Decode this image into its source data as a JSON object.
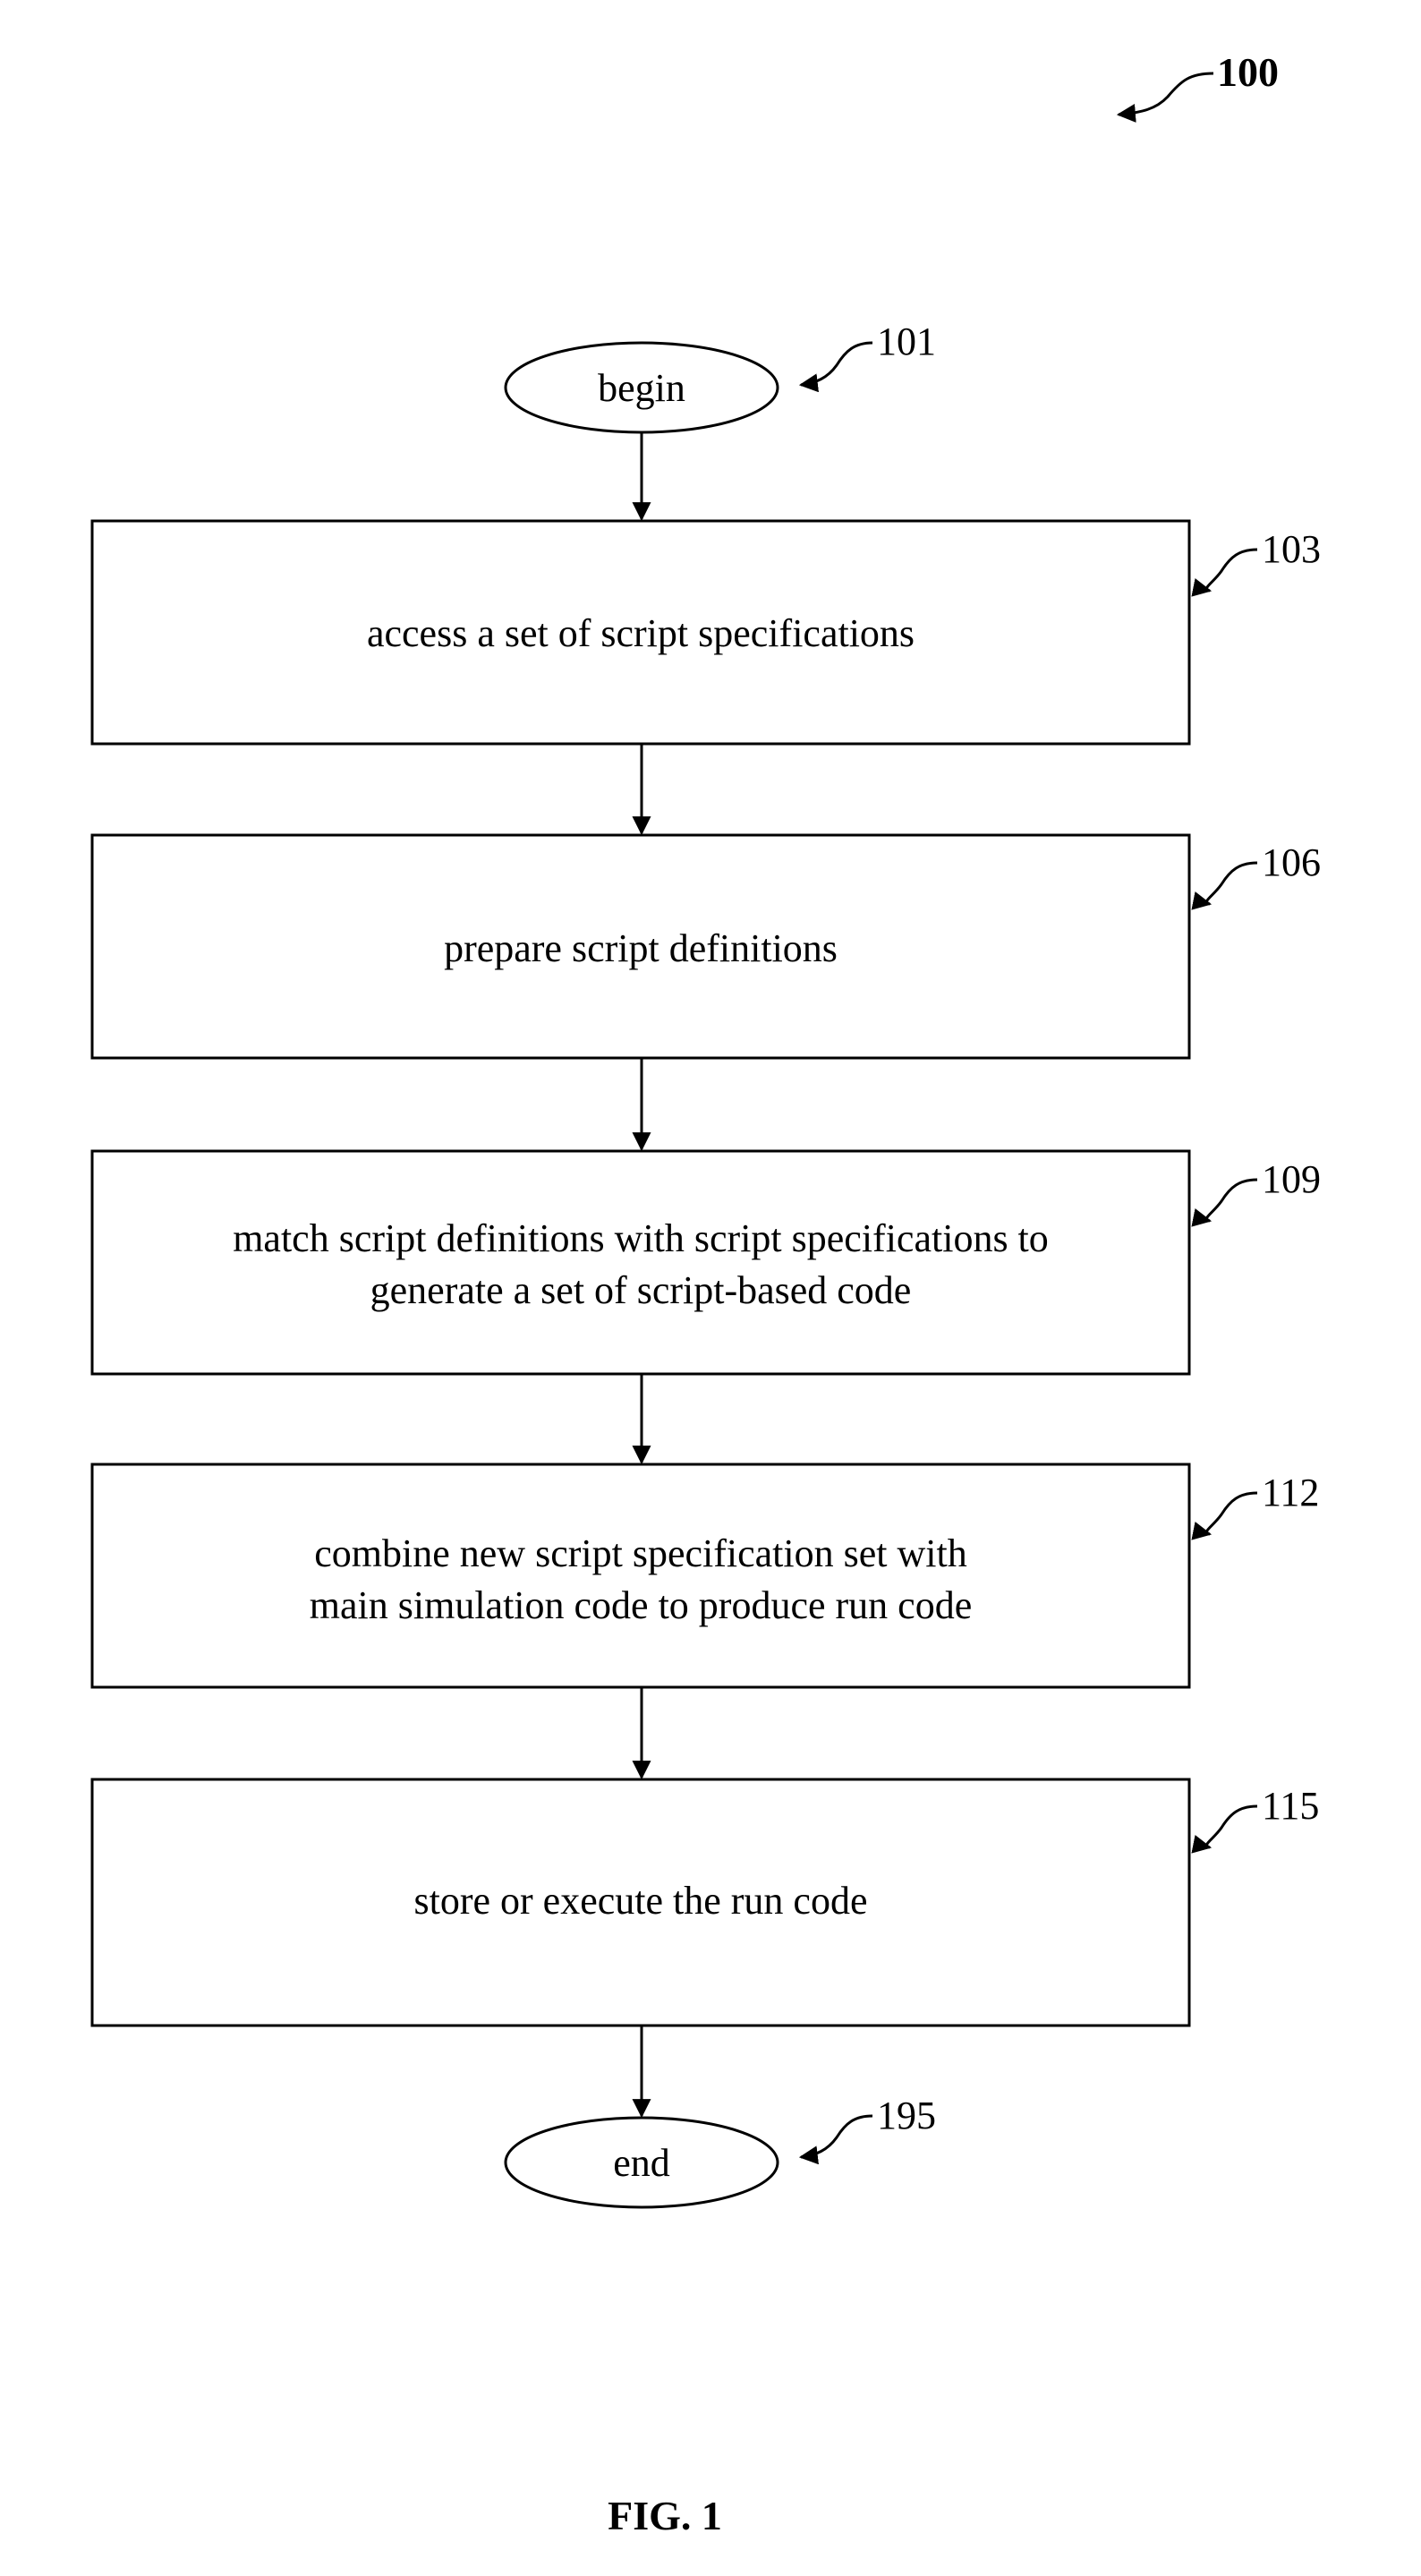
{
  "figure": {
    "number_label": "100",
    "caption": "FIG. 1"
  },
  "flow": {
    "start": {
      "label": "begin",
      "ref": "101"
    },
    "steps": [
      {
        "ref": "103",
        "lines": [
          "access a set of script specifications"
        ]
      },
      {
        "ref": "106",
        "lines": [
          "prepare script definitions"
        ]
      },
      {
        "ref": "109",
        "lines": [
          "match script definitions with script specifications to",
          "generate a set of script-based code"
        ]
      },
      {
        "ref": "112",
        "lines": [
          "combine new script specification set with",
          "main simulation code to produce run code"
        ]
      },
      {
        "ref": "115",
        "lines": [
          "store or execute the run code"
        ]
      }
    ],
    "end": {
      "label": "end",
      "ref": "195"
    }
  }
}
